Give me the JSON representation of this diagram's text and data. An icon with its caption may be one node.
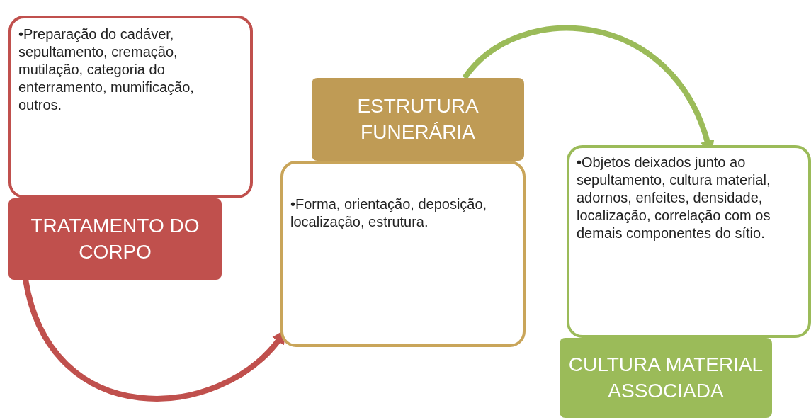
{
  "diagram": {
    "nodes": [
      {
        "text": [
          "•Preparação do cadáver, sepultamento, cremação, mutilação, categoria do enterramento, mumificação, outros."
        ]
      },
      {
        "text": [
          "TRATAMENTO DO CORPO"
        ]
      },
      {
        "text": [
          "ESTRUTURA FUNERÁRIA"
        ]
      },
      {
        "text": [
          "•Forma, orientação, deposição, localização, estrutura."
        ]
      },
      {
        "text": [
          "•Objetos deixados junto ao sepultamento, cultura material, adornos, enfeites, densidade, localização, correlação com os demais componentes do sítio."
        ]
      },
      {
        "text": [
          "CULTURA MATERIAL ASSOCIADA"
        ]
      }
    ],
    "edges": [
      {
        "from": 1,
        "to": 3,
        "arrow": "to",
        "color": "#c0504d"
      },
      {
        "from": 2,
        "to": 4,
        "arrow": "to",
        "color": "#9bbb59"
      }
    ]
  }
}
